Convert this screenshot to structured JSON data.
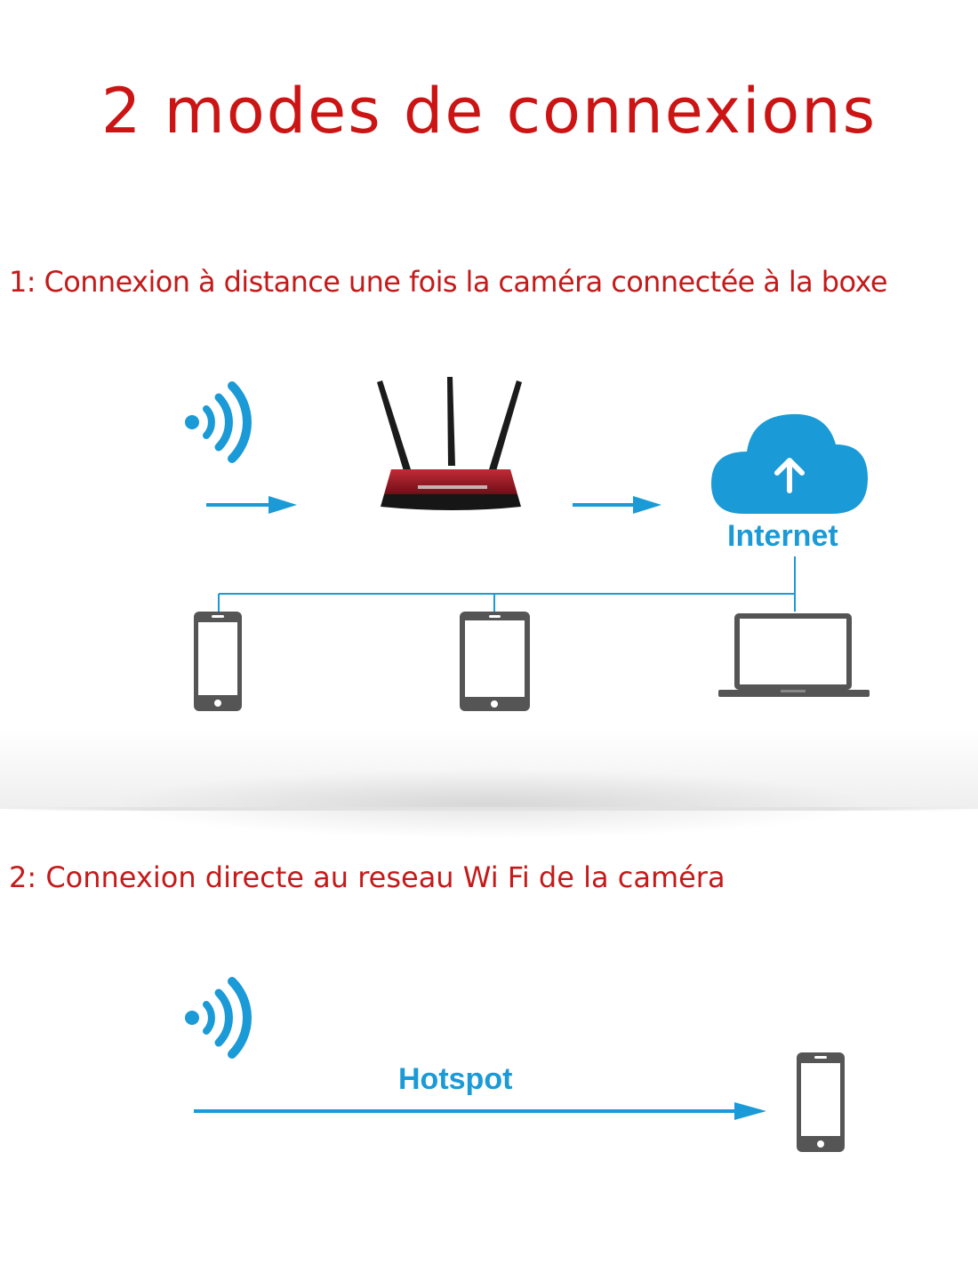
{
  "title": "2 modes de connexions",
  "section1": {
    "heading": "1: Connexion à distance une fois la caméra connectée à la boxe",
    "internet_label": "Internet",
    "icons": [
      "wifi-signal-icon",
      "router-icon",
      "cloud-upload-icon",
      "smartphone-icon",
      "tablet-icon",
      "laptop-icon"
    ]
  },
  "section2": {
    "heading": "2: Connexion directe au reseau Wi Fi de la caméra",
    "hotspot_label": "Hotspot",
    "icons": [
      "wifi-signal-icon",
      "smartphone-icon"
    ]
  },
  "colors": {
    "title": "#cc1414",
    "heading": "#c41a1a",
    "accent_blue": "#1a9ad6",
    "device_gray": "#555555",
    "router_red": "#8e1622"
  }
}
